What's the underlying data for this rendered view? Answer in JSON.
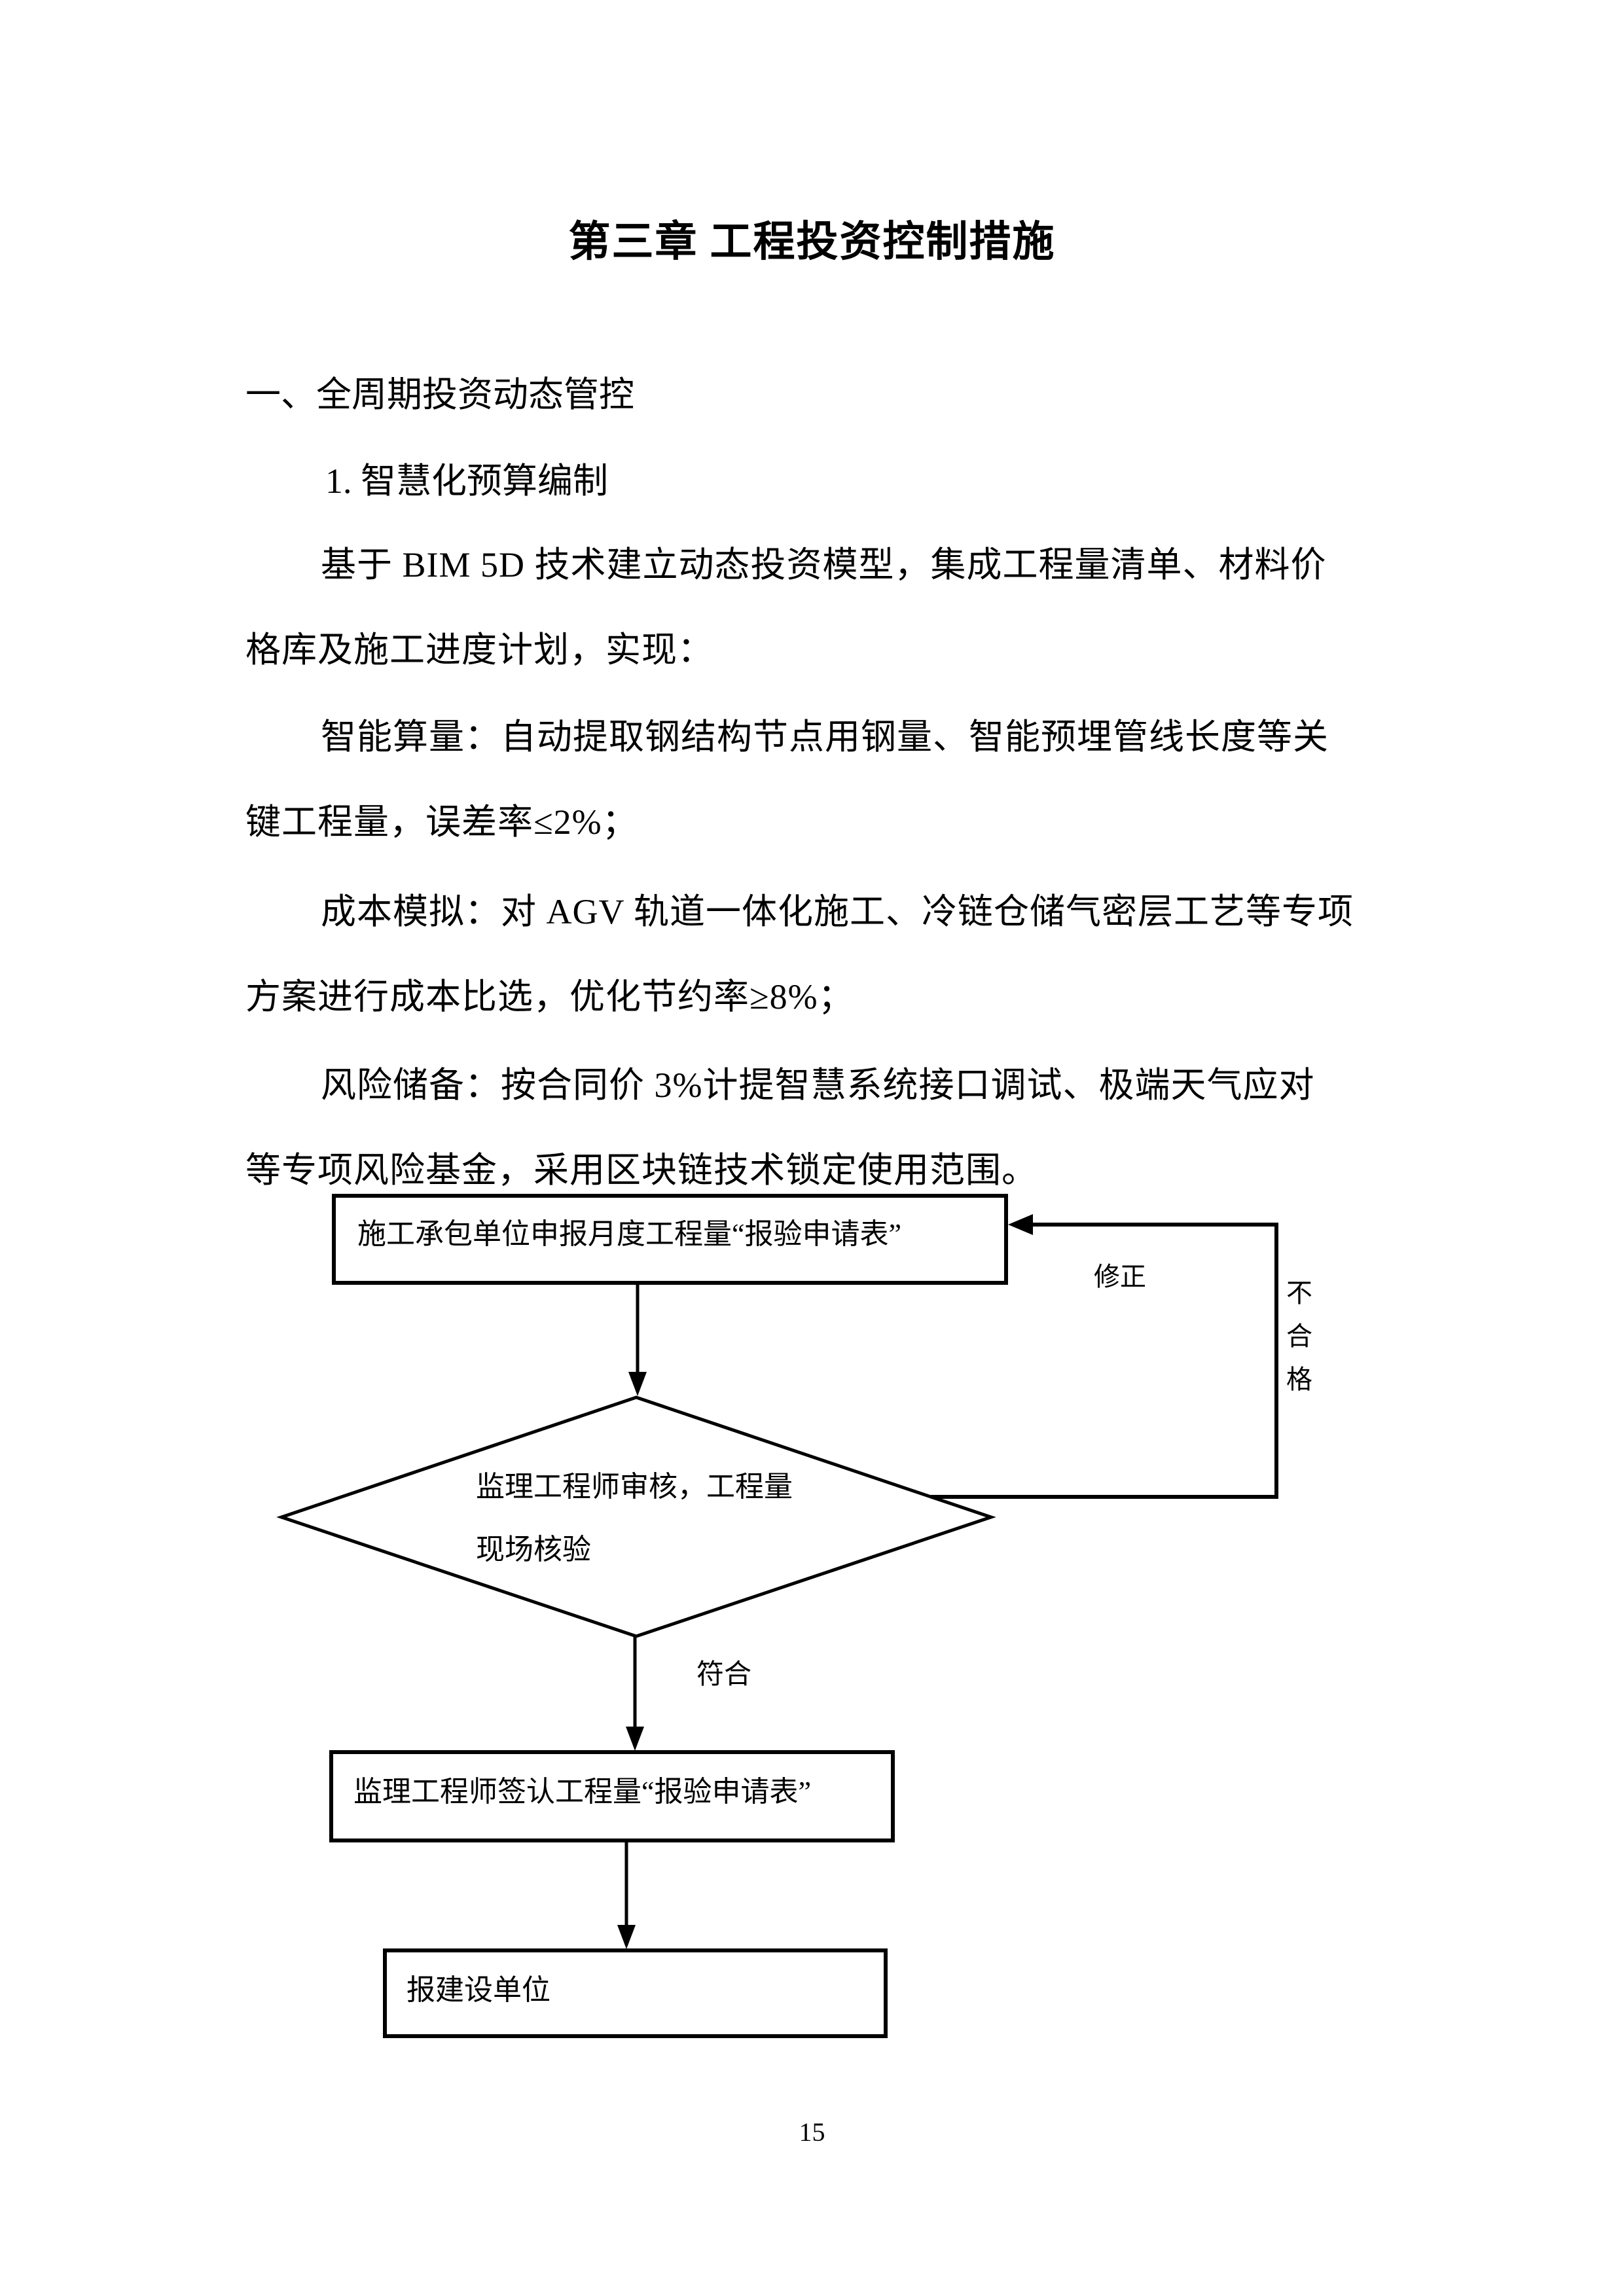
{
  "document": {
    "title": "第三章 工程投资控制措施",
    "heading_1": "一、全周期投资动态管控",
    "heading_2": "1. 智慧化预算编制",
    "body_lines": [
      "基于 BIM 5D 技术建立动态投资模型，集成工程量清单、材料价",
      "格库及施工进度计划，实现：",
      "智能算量：自动提取钢结构节点用钢量、智能预埋管线长度等关",
      "键工程量，误差率≤2%；",
      "成本模拟：对 AGV 轨道一体化施工、冷链仓储气密层工艺等专项",
      "方案进行成本比选，优化节约率≥8%；",
      "风险储备：按合同价 3%计提智慧系统接口调试、极端天气应对",
      "等专项风险基金，采用区块链技术锁定使用范围。"
    ],
    "page_number": "15"
  },
  "flowchart": {
    "box_submit": "施工承包单位申报月度工程量“报验申请表”",
    "diamond_line1": "监理工程师审核，工程量",
    "diamond_line2": "现场核验",
    "box_sign": "监理工程师签认工程量“报验申请表”",
    "box_report": "报建设单位",
    "label_revise": "修正",
    "label_fail": "不合格",
    "label_pass": "符合"
  },
  "colors": {
    "ink": "#000000",
    "paper": "#ffffff"
  }
}
